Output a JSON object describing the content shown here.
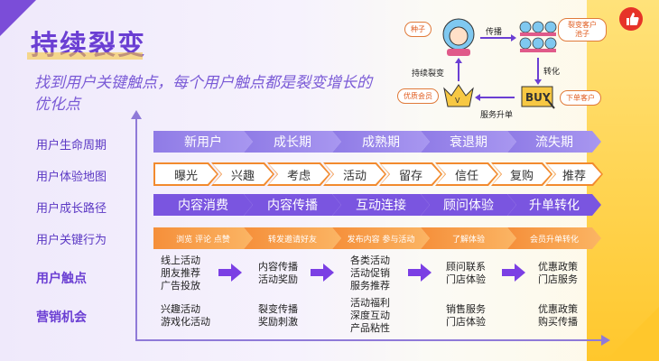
{
  "title": "持续裂变",
  "subtitle": "找到用户关键触点，每个用户触点都是裂变增长的优化点",
  "row_labels": {
    "lifecycle": "用户生命周期",
    "experience_map": "用户体验地图",
    "growth_path": "用户成长路径",
    "key_behavior": "用户关键行为",
    "touchpoints": "用户触点",
    "opportunities": "营销机会"
  },
  "lifecycle": [
    "新用户",
    "成长期",
    "成熟期",
    "衰退期",
    "流失期"
  ],
  "experience_map": [
    "曝光",
    "兴趣",
    "考虑",
    "活动",
    "留存",
    "信任",
    "复购",
    "推荐"
  ],
  "growth_path": [
    "内容消费",
    "内容传播",
    "互动连接",
    "顾问体验",
    "升单转化"
  ],
  "key_behavior": [
    "浏览 评论 点赞",
    "转发邀请好友",
    "发布内容 参与活动",
    "了解体验",
    "会员升单转化"
  ],
  "touchpoints": [
    "线上活动\n朋友推荐\n广告投放",
    "内容传播\n活动奖励",
    "各类活动\n活动促销\n服务推荐",
    "顾问联系\n门店体验",
    "优惠政策\n门店服务"
  ],
  "opportunities": [
    "兴趣活动\n游戏化活动",
    "裂变传播\n奖励刺激",
    "活动福利\n深度互动\n产品粘性",
    "销售服务\n门店体验",
    "优惠政策\n购买传播"
  ],
  "illustration": {
    "seed_bubble": "种子",
    "spread_label": "传播",
    "group_bubble": "裂变客户\n池子",
    "continuous_label": "持续裂变",
    "convert_label": "转化",
    "vip_bubble": "优质会员",
    "upsell_label": "服务升单",
    "order_bubble": "下单客户",
    "buy_text": "BUY"
  },
  "colors": {
    "primary_purple": "#6b3fd3",
    "chevron_purple": "#7a55e0",
    "orange": "#f28a2e",
    "yellow": "#ffc72c"
  }
}
